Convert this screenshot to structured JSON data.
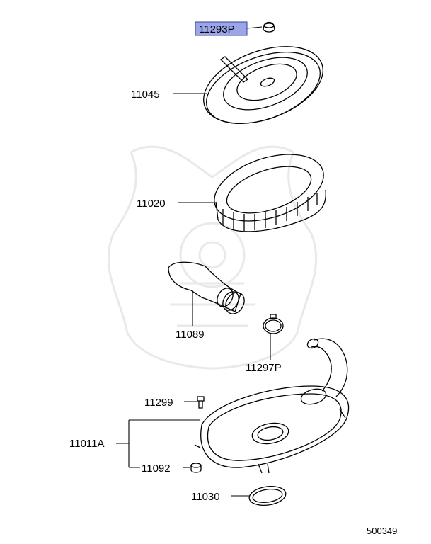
{
  "parts": {
    "p11293p": "11293P",
    "p11045": "11045",
    "p11020": "11020",
    "p11089": "11089",
    "p11297p": "11297P",
    "p11299": "11299",
    "p11011a": "11011A",
    "p11092": "11092",
    "p11030": "11030"
  },
  "diagram_code": "500349",
  "colors": {
    "highlight": "#9aa6e8",
    "highlight_border": "#3a3fa0"
  }
}
